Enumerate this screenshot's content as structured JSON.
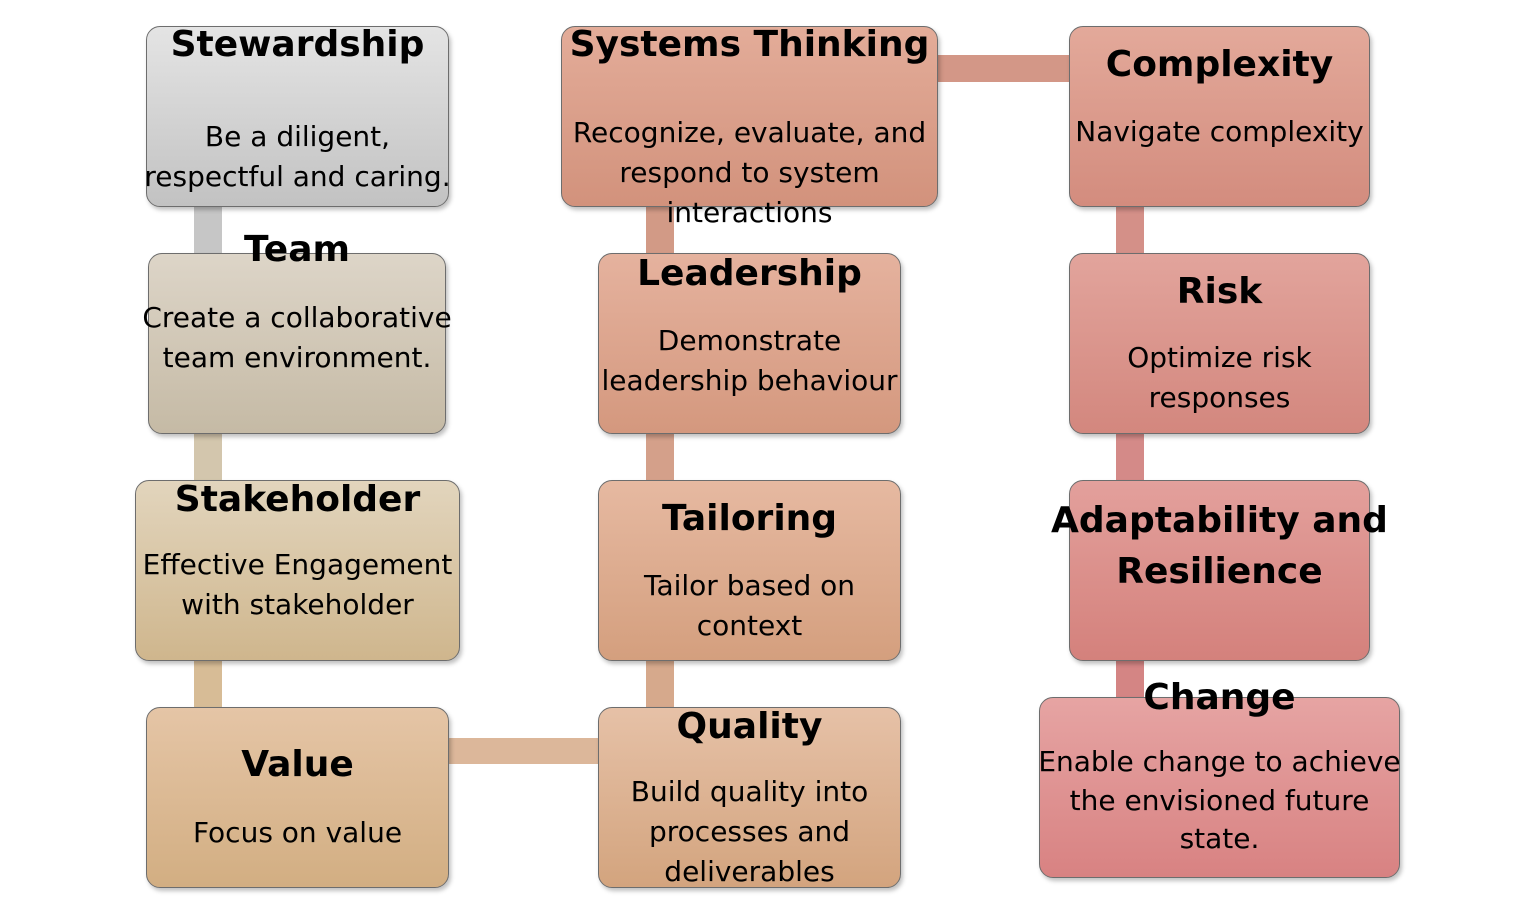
{
  "principles": [
    {
      "id": "stewardship",
      "title": "Stewardship",
      "description": "Be a diligent, respectful and caring.",
      "color": "#d2d2d2"
    },
    {
      "id": "team",
      "title": "Team",
      "description": "Create a collaborative team environment.",
      "color": "#d0c8b8"
    },
    {
      "id": "stakeholder",
      "title": "Stakeholder",
      "description": "Effective Engagement with stakeholder",
      "color": "#d9c6a4"
    },
    {
      "id": "value",
      "title": "Value",
      "description": "Focus on value",
      "color": "#dcb994"
    },
    {
      "id": "quality",
      "title": "Quality",
      "description": "Build quality into processes and deliverables",
      "color": "#dcb292"
    },
    {
      "id": "tailoring",
      "title": "Tailoring",
      "description": "Tailor based on context",
      "color": "#ddac8f"
    },
    {
      "id": "leadership",
      "title": "Leadership",
      "description": "Demonstrate leadership behaviour",
      "color": "#dca58e"
    },
    {
      "id": "systems-thinking",
      "title": "Systems Thinking",
      "description": "Recognize, evaluate, and respond to system interactions",
      "color": "#da9f8a"
    },
    {
      "id": "complexity",
      "title": "Complexity",
      "description": "Navigate complexity",
      "color": "#db9a8c"
    },
    {
      "id": "risk",
      "title": "Risk",
      "description": "Optimize risk responses",
      "color": "#da958d"
    },
    {
      "id": "adaptability",
      "title": "Adaptability and Resilience",
      "description": "",
      "color": "#db908c"
    },
    {
      "id": "change",
      "title": "Change",
      "description": "Enable change to achieve the envisioned future state.",
      "color": "#df9393"
    }
  ]
}
